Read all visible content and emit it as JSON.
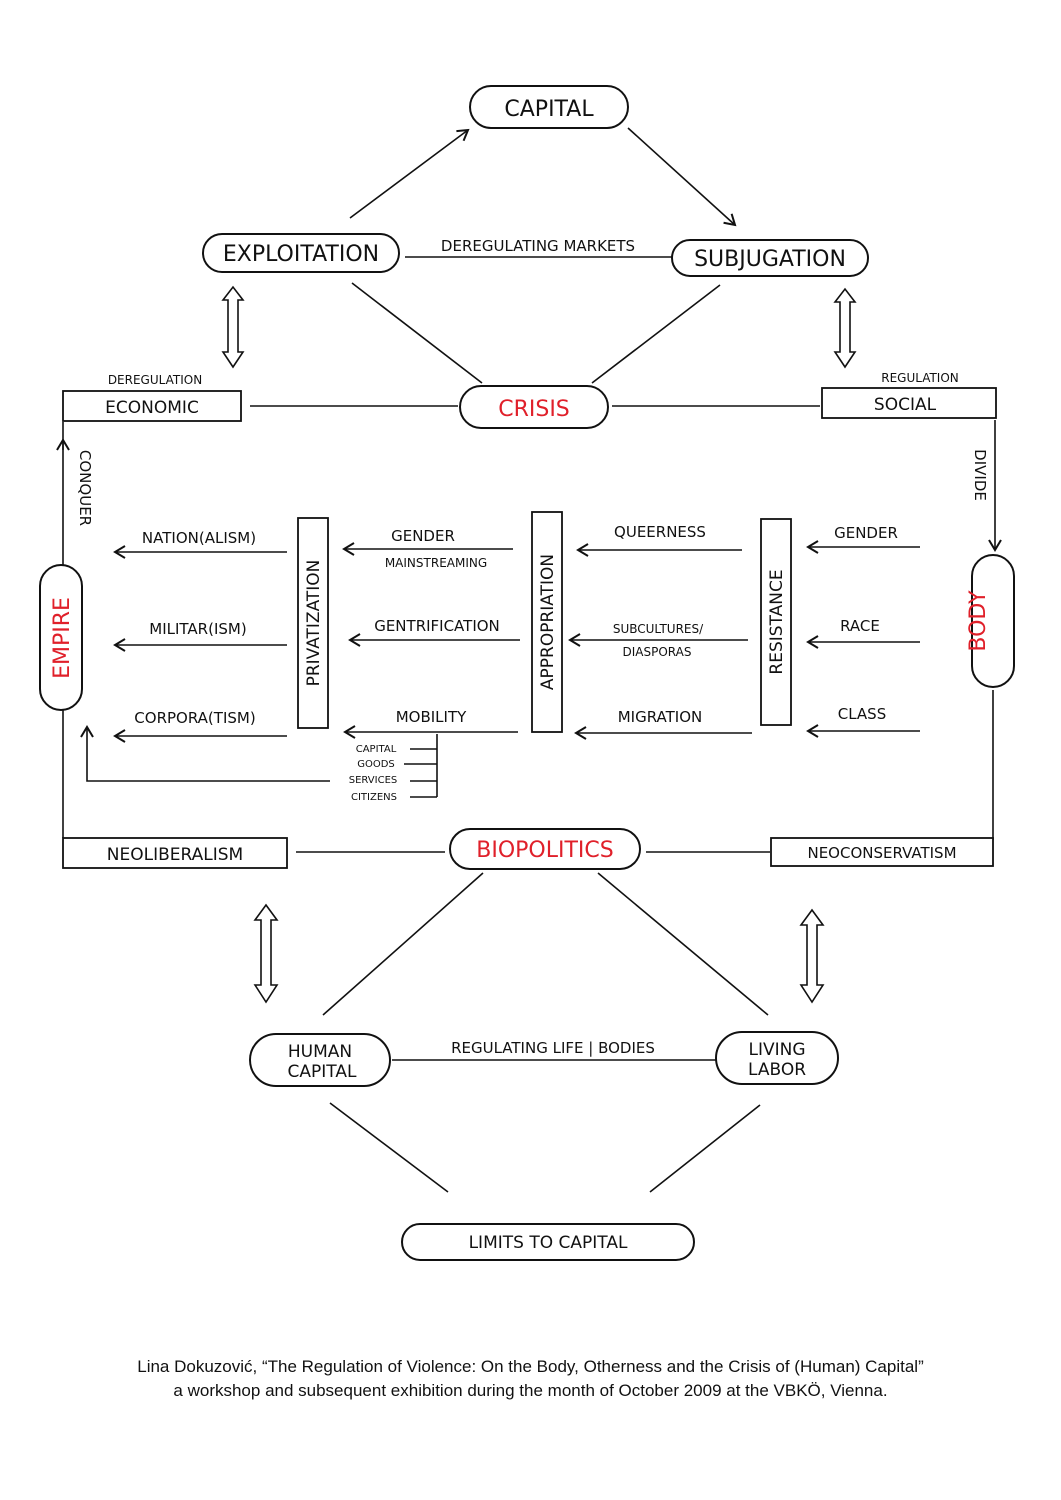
{
  "colors": {
    "ink": "#111111",
    "accent": "#e0202a"
  },
  "nodes": {
    "capital": "CAPITAL",
    "exploitation": "EXPLOITATION",
    "subjugation": "SUBJUGATION",
    "deregulating_markets": "DEREGULATING MARKETS",
    "crisis": "CRISIS",
    "economic": "ECONOMIC",
    "deregulation": "DEREGULATION",
    "social": "SOCIAL",
    "regulation": "REGULATION",
    "conquer": "CONQUER",
    "divide": "DIVIDE",
    "empire": "EMPIRE",
    "body": "BODY",
    "privatization": "PRIVATIZATION",
    "appropriation": "APPROPRIATION",
    "resistance": "RESISTANCE",
    "nationalism": "NATION(ALISM)",
    "militarism": "MILITAR(ISM)",
    "corporatism": "CORPORA(TISM)",
    "gender_mainstreaming_1": "GENDER",
    "gender_mainstreaming_2": "MAINSTREAMING",
    "gentrification": "GENTRIFICATION",
    "mobility": "MOBILITY",
    "queerness": "QUEERNESS",
    "subcultures": "SUBCULTURES/",
    "diasporas": "DIASPORAS",
    "migration": "MIGRATION",
    "gender": "GENDER",
    "race": "RACE",
    "class": "CLASS",
    "mob_capital": "CAPITAL",
    "mob_goods": "GOODS",
    "mob_services": "SERVICES",
    "mob_citizens": "CITIZENS",
    "neoliberalism": "NEOLIBERALISM",
    "biopolitics": "BIOPOLITICS",
    "neoconservatism": "NEOCONSERVATISM",
    "human_capital_1": "HUMAN",
    "human_capital_2": "CAPITAL",
    "regulating_life": "REGULATING LIFE | BODIES",
    "living_labor_1": "LIVING",
    "living_labor_2": "LABOR",
    "limits_to_capital": "LIMITS TO CAPITAL"
  },
  "caption": {
    "line1": "Lina Dokuzović, “The Regulation of Violence: On the Body, Otherness and the Crisis of (Human) Capital”",
    "line2": "a workshop and subsequent exhibition during the month of October 2009 at the VBKÖ, Vienna."
  }
}
